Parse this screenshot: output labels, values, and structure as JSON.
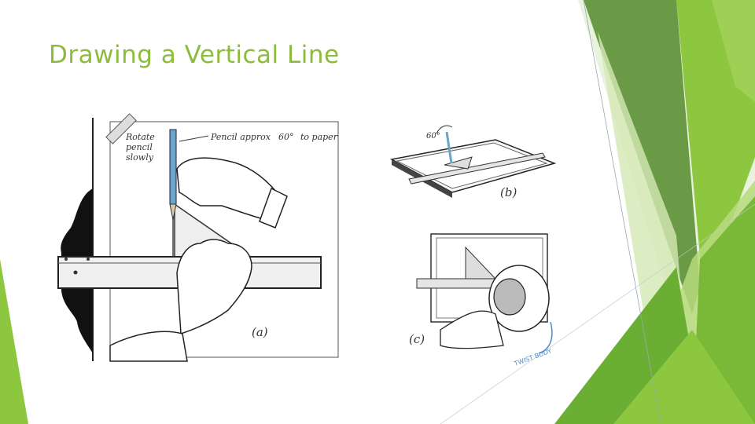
{
  "slide": {
    "title": "Drawing a Vertical Line"
  },
  "figure_a": {
    "caption": "(a)",
    "label_rotate_line1": "Rotate",
    "label_rotate_line2": "pencil",
    "label_rotate_line3": "slowly",
    "label_pencil": "Pencil approx",
    "label_angle": "60°",
    "label_to_paper": "to paper"
  },
  "figure_b": {
    "caption": "(b)",
    "angle_label": "60°"
  },
  "figure_c": {
    "caption": "(c)",
    "label_twist": "TWIST BODY"
  },
  "colors": {
    "title": "#8dbb3c",
    "accent_green": "#8dc63f",
    "dark_green": "#5a9a2e",
    "pencil_blue": "#6aa6c9"
  }
}
